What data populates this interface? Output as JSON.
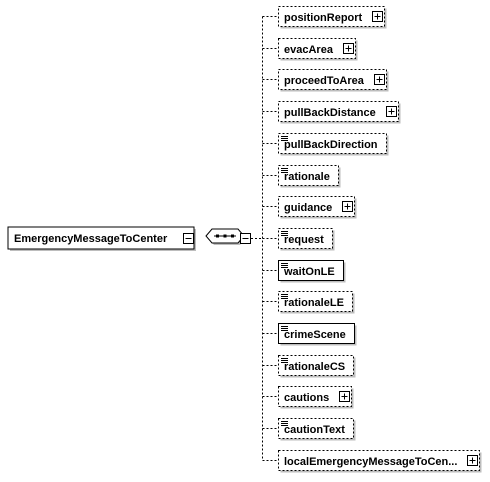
{
  "root": {
    "label": "EmergencyMessageToCenter",
    "expandable": true
  },
  "sequence_icon": "sequence-compositor-icon",
  "children": [
    {
      "label": "positionReport",
      "optional": true,
      "has_children": true,
      "simple": false
    },
    {
      "label": "evacArea",
      "optional": true,
      "has_children": true,
      "simple": false
    },
    {
      "label": "proceedToArea",
      "optional": true,
      "has_children": true,
      "simple": false
    },
    {
      "label": "pullBackDistance",
      "optional": true,
      "has_children": true,
      "simple": false
    },
    {
      "label": "pullBackDirection",
      "optional": true,
      "has_children": false,
      "simple": true
    },
    {
      "label": "rationale",
      "optional": true,
      "has_children": false,
      "simple": true
    },
    {
      "label": "guidance",
      "optional": true,
      "has_children": true,
      "simple": false
    },
    {
      "label": "request",
      "optional": true,
      "has_children": false,
      "simple": true
    },
    {
      "label": "waitOnLE",
      "optional": false,
      "has_children": false,
      "simple": true
    },
    {
      "label": "rationaleLE",
      "optional": true,
      "has_children": false,
      "simple": true
    },
    {
      "label": "crimeScene",
      "optional": false,
      "has_children": false,
      "simple": true
    },
    {
      "label": "rationaleCS",
      "optional": true,
      "has_children": false,
      "simple": true
    },
    {
      "label": "cautions",
      "optional": true,
      "has_children": true,
      "simple": false
    },
    {
      "label": "cautionText",
      "optional": true,
      "has_children": false,
      "simple": true
    },
    {
      "label": "localEmergencyMessageToCen...",
      "optional": true,
      "has_children": true,
      "simple": false
    }
  ]
}
